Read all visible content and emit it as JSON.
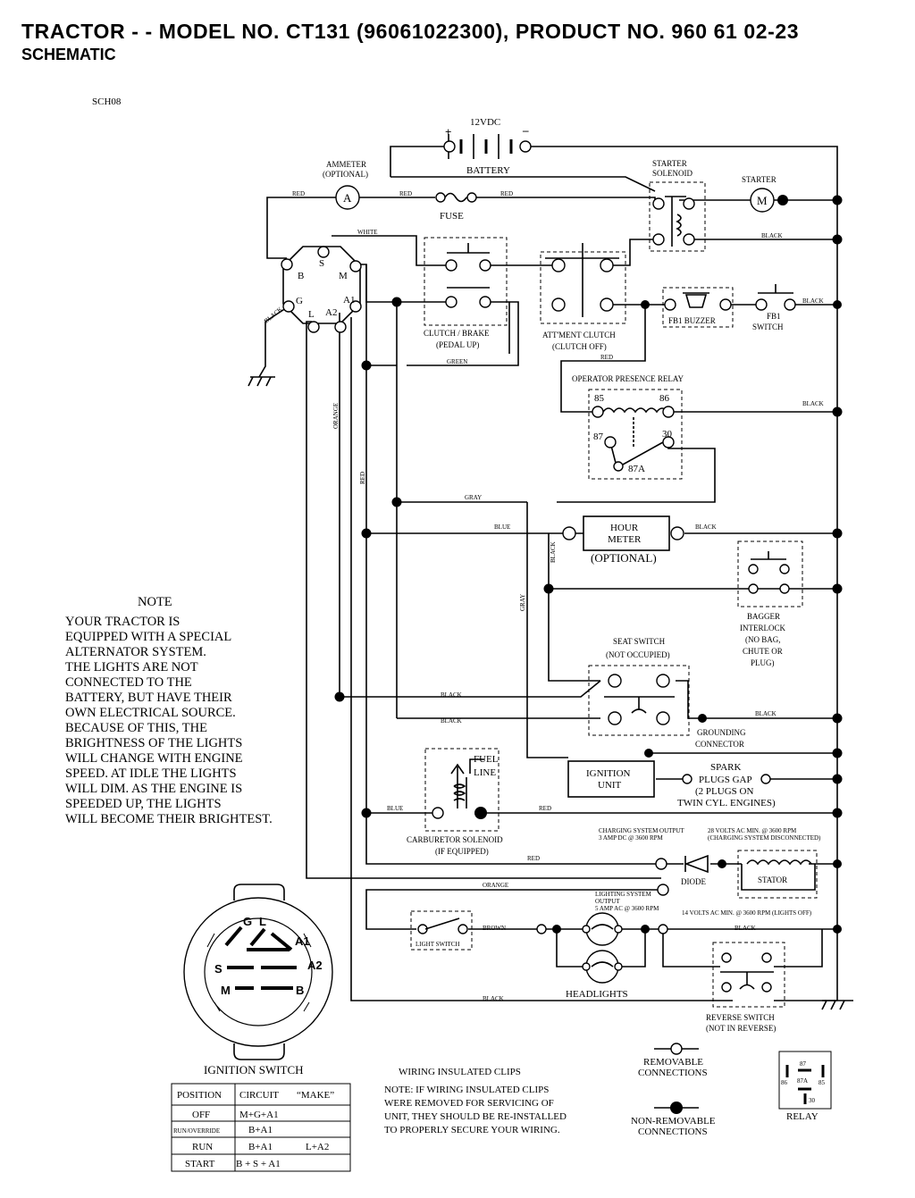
{
  "header": {
    "title": "TRACTOR - - MODEL NO. CT131 (96061022300), PRODUCT NO. 960 61 02-23",
    "subtitle": "SCHEMATIC",
    "ref": "SCH08"
  },
  "components": {
    "battery_voltage": "12VDC",
    "battery": "BATTERY",
    "plus": "+",
    "minus": "–",
    "ammeter_1": "AMMETER",
    "ammeter_2": "(OPTIONAL)",
    "ammeter_symbol": "A",
    "fuse": "FUSE",
    "starter_solenoid_1": "STARTER",
    "starter_solenoid_2": "SOLENOID",
    "starter": "STARTER",
    "starter_symbol": "M",
    "clutch_brake_1": "CLUTCH / BRAKE",
    "clutch_brake_2": "(PEDAL UP)",
    "att_clutch_1": "ATT'MENT CLUTCH",
    "att_clutch_2": "(CLUTCH OFF)",
    "fb1_buzzer": "FB1 BUZZER",
    "fb1_switch_1": "FB1",
    "fb1_switch_2": "SWITCH",
    "relay_title": "OPERATOR PRESENCE RELAY",
    "relay_85": "85",
    "relay_86": "86",
    "relay_87": "87",
    "relay_30": "30",
    "relay_87a": "87A",
    "hour_meter_1": "HOUR",
    "hour_meter_2": "METER",
    "hour_meter_3": "(OPTIONAL)",
    "bagger_1": "BAGGER",
    "bagger_2": "INTERLOCK",
    "bagger_3": "(NO BAG,",
    "bagger_4": "CHUTE OR",
    "bagger_5": "PLUG)",
    "seat_1": "SEAT SWITCH",
    "seat_2": "(NOT OCCUPIED)",
    "grounding_1": "GROUNDING",
    "grounding_2": "CONNECTOR",
    "ignition_unit_1": "IGNITION",
    "ignition_unit_2": "UNIT",
    "spark_1": "SPARK",
    "spark_2": "PLUGS GAP",
    "spark_3": "(2 PLUGS ON",
    "spark_4": "TWIN CYL. ENGINES)",
    "fuel_1": "FUEL",
    "fuel_2": "LINE",
    "carb_1": "CARBURETOR SOLENOID",
    "carb_2": "(IF EQUIPPED)",
    "charging_1": "CHARGING SYSTEM OUTPUT",
    "charging_2": "3 AMP DC @ 3600 RPM",
    "volts28_1": "28 VOLTS AC MIN. @ 3600 RPM",
    "volts28_2": "(CHARGING SYSTEM DISCONNECTED)",
    "diode": "DIODE",
    "stator": "STATOR",
    "lighting_1": "LIGHTING SYSTEM",
    "lighting_2": "OUTPUT",
    "lighting_3": "5 AMP AC @ 3600 RPM",
    "volts14": "14 VOLTS AC MIN. @ 3600 RPM (LIGHTS OFF)",
    "light_switch": "LIGHT SWITCH",
    "headlights": "HEADLIGHTS",
    "reverse_1": "REVERSE SWITCH",
    "reverse_2": "(NOT IN REVERSE)",
    "removable_1": "REMOVABLE",
    "removable_2": "CONNECTIONS",
    "nonremovable_1": "NON-REMOVABLE",
    "nonremovable_2": "CONNECTIONS",
    "relay_legend": "RELAY",
    "sw_B": "B",
    "sw_S": "S",
    "sw_M": "M",
    "sw_G": "G",
    "sw_A1": "A1",
    "sw_L": "L",
    "sw_A2": "A2"
  },
  "wires": {
    "red": "RED",
    "white": "WHITE",
    "black": "BLACK",
    "green": "GREEN",
    "orange": "ORANGE",
    "gray": "GRAY",
    "blue": "BLUE",
    "brown": "BROWN"
  },
  "note": {
    "heading": "NOTE",
    "lines": [
      "YOUR TRACTOR IS",
      "EQUIPPED WITH A SPECIAL",
      "ALTERNATOR SYSTEM.",
      "THE LIGHTS ARE NOT",
      "CONNECTED TO THE",
      "BATTERY, BUT HAVE THEIR",
      "OWN ELECTRICAL SOURCE.",
      "BECAUSE OF THIS, THE",
      "BRIGHTNESS OF THE LIGHTS",
      "WILL CHANGE WITH ENGINE",
      "SPEED.  AT IDLE THE LIGHTS",
      "WILL DIM.  AS THE ENGINE IS",
      "SPEEDED UP, THE LIGHTS",
      "WILL BECOME THEIR BRIGHTEST."
    ]
  },
  "ignition_switch": {
    "title": "IGNITION SWITCH",
    "face": [
      "G",
      "L",
      "A1",
      "A2",
      "S",
      "M",
      "B"
    ],
    "headers": [
      "POSITION",
      "CIRCUIT",
      "“MAKE”"
    ],
    "rows": [
      {
        "position": "OFF",
        "circuit": "M+G+A1",
        "make": ""
      },
      {
        "position": "RUN/OVERRIDE",
        "circuit": "B+A1",
        "make": ""
      },
      {
        "position": "RUN",
        "circuit": "B+A1",
        "make": "L+A2"
      },
      {
        "position": "START",
        "circuit": "B + S + A1",
        "make": ""
      }
    ]
  },
  "clips": {
    "title": "WIRING INSULATED CLIPS",
    "lines": [
      "NOTE:  IF WIRING INSULATED CLIPS",
      "WERE REMOVED FOR SERVICING OF",
      " UNIT, THEY SHOULD BE RE-INSTALLED",
      "TO PROPERLY SECURE YOUR WIRING."
    ]
  },
  "relay_pins": [
    "87",
    "86",
    "87A",
    "85",
    "30"
  ]
}
